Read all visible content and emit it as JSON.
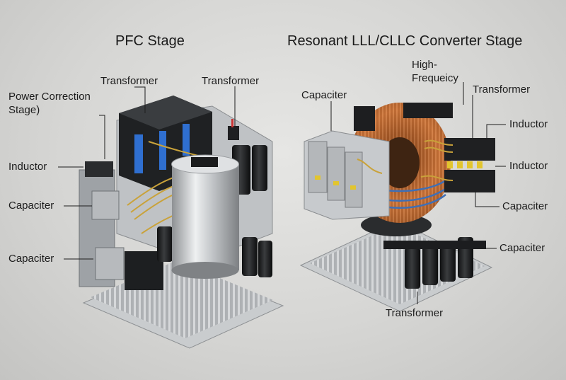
{
  "titles": {
    "left": "PFC Stage",
    "right": "Resonant LLL/CLLC Converter Stage"
  },
  "labels": {
    "transformer_top_left": "Transformer",
    "transformer_top_right": "Transformer",
    "power_correction_line1": "Power Correction",
    "power_correction_line2": "Stage)",
    "inductor_left": "Inductor",
    "capacitor_left_upper": "Capaciter",
    "capacitor_left_lower": "Capaciter",
    "capacitor_right_top": "Capaciter",
    "hf_line1": "High-",
    "hf_line2": "Frequeicy",
    "transformer_right_top": "Transformer",
    "inductor_right_upper": "Inductor",
    "inductor_right_lower": "Inductor",
    "capacitor_right_mid": "Capaciter",
    "capacitor_right_low": "Capaciter",
    "transformer_bottom": "Transformer"
  },
  "colors": {
    "heatsink": "#b9bcbf",
    "copper": "#b8642e",
    "module_dark": "#222426",
    "capacitor_grey": "#a9acae",
    "label_text": "#1c1c1c"
  }
}
